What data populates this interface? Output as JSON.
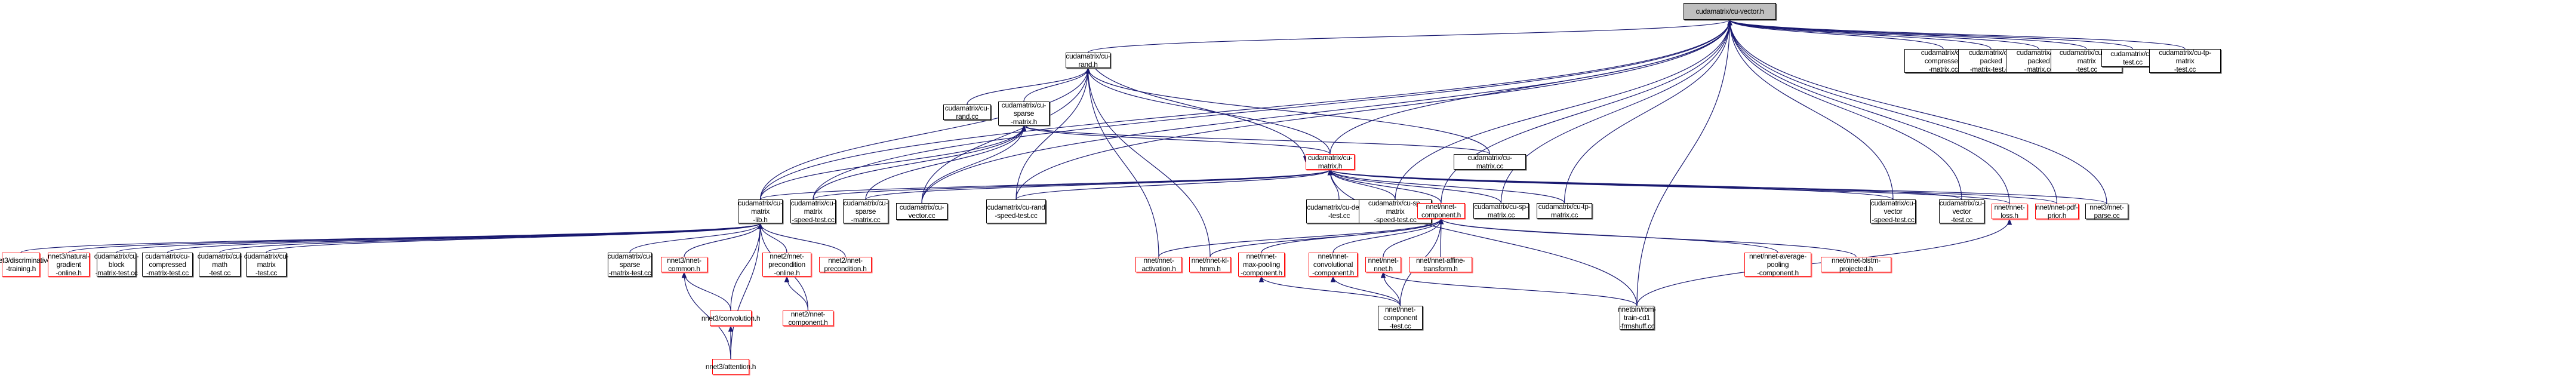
{
  "title": "Include dependency graph: files that include cudamatrix/cu-vector.h",
  "colors": {
    "edge": "#191970",
    "node_border": "#000000",
    "node_border_undocumented": "#ff0000",
    "root_fill": "#bfbfbf"
  },
  "nodes": [
    {
      "id": "cu-vector-h",
      "label": "cudamatrix/cu-vector.h",
      "style": "root"
    },
    {
      "id": "cu-rand-h",
      "label": "cudamatrix/cu-rand.h",
      "style": "normal"
    },
    {
      "id": "cu-compressed-matrix-cc",
      "label": "cudamatrix/cu-compressed\n-matrix.cc",
      "style": "normal"
    },
    {
      "id": "cu-packed-matrix-test-cc",
      "label": "cudamatrix/cu-packed\n-matrix-test.cc",
      "style": "normal"
    },
    {
      "id": "cu-packed-matrix-cc",
      "label": "cudamatrix/cu-packed\n-matrix.cc",
      "style": "normal"
    },
    {
      "id": "cu-sp-matrix-test-cc",
      "label": "cudamatrix/cu-sp-matrix\n-test.cc",
      "style": "normal"
    },
    {
      "id": "cu-test-cc",
      "label": "cudamatrix/cu-test.cc",
      "style": "normal"
    },
    {
      "id": "cu-tp-matrix-test-cc",
      "label": "cudamatrix/cu-tp-matrix\n-test.cc",
      "style": "normal"
    },
    {
      "id": "cu-rand-cc",
      "label": "cudamatrix/cu-rand.cc",
      "style": "normal"
    },
    {
      "id": "cu-sparse-matrix-h",
      "label": "cudamatrix/cu-sparse\n-matrix.h",
      "style": "normal"
    },
    {
      "id": "cu-matrix-h",
      "label": "cudamatrix/cu-matrix.h",
      "style": "red"
    },
    {
      "id": "cu-matrix-cc",
      "label": "cudamatrix/cu-matrix.cc",
      "style": "normal"
    },
    {
      "id": "cu-matrix-lib-h",
      "label": "cudamatrix/cu-matrix\n-lib.h",
      "style": "normal"
    },
    {
      "id": "cu-matrix-speed-test-cc",
      "label": "cudamatrix/cu-matrix\n-speed-test.cc",
      "style": "normal"
    },
    {
      "id": "cu-sparse-matrix-cc",
      "label": "cudamatrix/cu-sparse\n-matrix.cc",
      "style": "normal"
    },
    {
      "id": "cu-vector-cc",
      "label": "cudamatrix/cu-vector.cc",
      "style": "normal"
    },
    {
      "id": "cu-rand-speed-test-cc",
      "label": "cudamatrix/cu-rand\n-speed-test.cc",
      "style": "normal"
    },
    {
      "id": "cu-device-test-cc",
      "label": "cudamatrix/cu-device\n-test.cc",
      "style": "normal"
    },
    {
      "id": "cu-sp-matrix-speed-test-cc",
      "label": "cudamatrix/cu-sp-matrix\n-speed-test.cc",
      "style": "normal"
    },
    {
      "id": "nnet-component-h",
      "label": "nnet/nnet-component.h",
      "style": "red"
    },
    {
      "id": "cu-sp-matrix-cc",
      "label": "cudamatrix/cu-sp-matrix.cc",
      "style": "normal"
    },
    {
      "id": "cu-tp-matrix-cc",
      "label": "cudamatrix/cu-tp-matrix.cc",
      "style": "normal"
    },
    {
      "id": "cu-vector-speed-test-cc",
      "label": "cudamatrix/cu-vector\n-speed-test.cc",
      "style": "normal"
    },
    {
      "id": "cu-vector-test-cc",
      "label": "cudamatrix/cu-vector\n-test.cc",
      "style": "normal"
    },
    {
      "id": "nnet-loss-h",
      "label": "nnet/nnet-loss.h",
      "style": "red"
    },
    {
      "id": "nnet-pdf-prior-h",
      "label": "nnet/nnet-pdf-prior.h",
      "style": "red"
    },
    {
      "id": "nnet3-nnet-parse-cc",
      "label": "nnet3/nnet-parse.cc",
      "style": "normal"
    },
    {
      "id": "nnet3-discriminative-training-h",
      "label": "nnet3/discriminative\n-training.h",
      "style": "red"
    },
    {
      "id": "nnet3-natural-gradient-online-h",
      "label": "nnet3/natural-gradient\n-online.h",
      "style": "red"
    },
    {
      "id": "cu-block-matrix-test-cc",
      "label": "cudamatrix/cu-block\n-matrix-test.cc",
      "style": "normal"
    },
    {
      "id": "cu-compressed-matrix-test-cc",
      "label": "cudamatrix/cu-compressed\n-matrix-test.cc",
      "style": "normal"
    },
    {
      "id": "cu-math-test-cc",
      "label": "cudamatrix/cu-math\n-test.cc",
      "style": "normal"
    },
    {
      "id": "cu-matrix-test-cc",
      "label": "cudamatrix/cu-matrix\n-test.cc",
      "style": "normal"
    },
    {
      "id": "cu-sparse-matrix-test-cc",
      "label": "cudamatrix/cu-sparse\n-matrix-test.cc",
      "style": "normal"
    },
    {
      "id": "nnet3-nnet-common-h",
      "label": "nnet3/nnet-common.h",
      "style": "red"
    },
    {
      "id": "nnet2-nnet-precondition-online-h",
      "label": "nnet2/nnet-precondition\n-online.h",
      "style": "red"
    },
    {
      "id": "nnet2-nnet-precondition-h",
      "label": "nnet2/nnet-precondition.h",
      "style": "red"
    },
    {
      "id": "nnet-activation-h",
      "label": "nnet/nnet-activation.h",
      "style": "red"
    },
    {
      "id": "nnet-kl-hmm-h",
      "label": "nnet/nnet-kl-hmm.h",
      "style": "red"
    },
    {
      "id": "nnet-max-pooling-component-h",
      "label": "nnet/nnet-max-pooling\n-component.h",
      "style": "red"
    },
    {
      "id": "nnet-convolutional-component-h",
      "label": "nnet/nnet-convolutional\n-component.h",
      "style": "red"
    },
    {
      "id": "nnet-nnet-h",
      "label": "nnet/nnet-nnet.h",
      "style": "red"
    },
    {
      "id": "nnet-affine-transform-h",
      "label": "nnet/nnet-affine-transform.h",
      "style": "red"
    },
    {
      "id": "nnet-average-pooling-component-h",
      "label": "nnet/nnet-average-pooling\n-component.h",
      "style": "red"
    },
    {
      "id": "nnet-blstm-projected-h",
      "label": "nnet/nnet-blstm-projected.h",
      "style": "red"
    },
    {
      "id": "nnet3-convolution-h",
      "label": "nnet3/convolution.h",
      "style": "red"
    },
    {
      "id": "nnet2-nnet-component-h",
      "label": "nnet2/nnet-component.h",
      "style": "red"
    },
    {
      "id": "nnet-component-test-cc",
      "label": "nnet/nnet-component\n-test.cc",
      "style": "normal"
    },
    {
      "id": "rbm-train-cd1-frmshuff-cc",
      "label": "nnetbin/rbm-train-cd1\n-frmshuff.cc",
      "style": "normal"
    },
    {
      "id": "nnet3-attention-h",
      "label": "nnet3/attention.h",
      "style": "red"
    }
  ],
  "edges": [
    [
      "cu-rand-h",
      "cu-vector-h"
    ],
    [
      "cu-compressed-matrix-cc",
      "cu-vector-h"
    ],
    [
      "cu-packed-matrix-test-cc",
      "cu-vector-h"
    ],
    [
      "cu-packed-matrix-cc",
      "cu-vector-h"
    ],
    [
      "cu-sp-matrix-test-cc",
      "cu-vector-h"
    ],
    [
      "cu-test-cc",
      "cu-vector-h"
    ],
    [
      "cu-tp-matrix-test-cc",
      "cu-vector-h"
    ],
    [
      "cu-matrix-h",
      "cu-vector-h"
    ],
    [
      "cu-matrix-lib-h",
      "cu-vector-h"
    ],
    [
      "cu-matrix-speed-test-cc",
      "cu-vector-h"
    ],
    [
      "cu-vector-cc",
      "cu-vector-h"
    ],
    [
      "cu-rand-speed-test-cc",
      "cu-vector-h"
    ],
    [
      "nnet-component-h",
      "cu-vector-h"
    ],
    [
      "cu-sp-matrix-speed-test-cc",
      "cu-vector-h"
    ],
    [
      "cu-sp-matrix-cc",
      "cu-vector-h"
    ],
    [
      "cu-tp-matrix-cc",
      "cu-vector-h"
    ],
    [
      "cu-vector-speed-test-cc",
      "cu-vector-h"
    ],
    [
      "cu-vector-test-cc",
      "cu-vector-h"
    ],
    [
      "nnet-loss-h",
      "cu-vector-h"
    ],
    [
      "nnet-pdf-prior-h",
      "cu-vector-h"
    ],
    [
      "nnet3-nnet-parse-cc",
      "cu-vector-h"
    ],
    [
      "rbm-train-cd1-frmshuff-cc",
      "cu-vector-h"
    ],
    [
      "cu-rand-cc",
      "cu-rand-h"
    ],
    [
      "cu-sparse-matrix-h",
      "cu-rand-h"
    ],
    [
      "cu-matrix-h",
      "cu-rand-h"
    ],
    [
      "cu-matrix-lib-h",
      "cu-rand-h"
    ],
    [
      "cu-vector-cc",
      "cu-rand-h"
    ],
    [
      "cu-rand-speed-test-cc",
      "cu-rand-h"
    ],
    [
      "nnet-kl-hmm-h",
      "cu-rand-h"
    ],
    [
      "nnet-activation-h",
      "cu-rand-h"
    ],
    [
      "cu-matrix-cc",
      "cu-rand-h"
    ],
    [
      "cu-rand-h",
      "cu-matrix-h"
    ],
    [
      "cu-matrix-h",
      "cu-sparse-matrix-h"
    ],
    [
      "cu-matrix-lib-h",
      "cu-sparse-matrix-h"
    ],
    [
      "cu-matrix-speed-test-cc",
      "cu-sparse-matrix-h"
    ],
    [
      "cu-sparse-matrix-cc",
      "cu-sparse-matrix-h"
    ],
    [
      "cu-vector-cc",
      "cu-sparse-matrix-h"
    ],
    [
      "cu-matrix-cc",
      "cu-sparse-matrix-h"
    ],
    [
      "cu-matrix-lib-h",
      "cu-matrix-h"
    ],
    [
      "cu-matrix-speed-test-cc",
      "cu-matrix-h"
    ],
    [
      "cu-sparse-matrix-cc",
      "cu-matrix-h"
    ],
    [
      "cu-rand-speed-test-cc",
      "cu-matrix-h"
    ],
    [
      "cu-device-test-cc",
      "cu-matrix-h"
    ],
    [
      "cu-sp-matrix-speed-test-cc",
      "cu-matrix-h"
    ],
    [
      "nnet-component-h",
      "cu-matrix-h"
    ],
    [
      "cu-sp-matrix-cc",
      "cu-matrix-h"
    ],
    [
      "cu-tp-matrix-cc",
      "cu-matrix-h"
    ],
    [
      "cu-vector-speed-test-cc",
      "cu-matrix-h"
    ],
    [
      "cu-vector-test-cc",
      "cu-matrix-h"
    ],
    [
      "nnet-loss-h",
      "cu-matrix-h"
    ],
    [
      "nnet-pdf-prior-h",
      "cu-matrix-h"
    ],
    [
      "nnet3-nnet-parse-cc",
      "cu-matrix-h"
    ],
    [
      "rbm-train-cd1-frmshuff-cc",
      "cu-matrix-h"
    ],
    [
      "nnet3-discriminative-training-h",
      "cu-matrix-lib-h"
    ],
    [
      "nnet3-natural-gradient-online-h",
      "cu-matrix-lib-h"
    ],
    [
      "cu-block-matrix-test-cc",
      "cu-matrix-lib-h"
    ],
    [
      "cu-compressed-matrix-test-cc",
      "cu-matrix-lib-h"
    ],
    [
      "cu-math-test-cc",
      "cu-matrix-lib-h"
    ],
    [
      "cu-matrix-test-cc",
      "cu-matrix-lib-h"
    ],
    [
      "cu-sparse-matrix-test-cc",
      "cu-matrix-lib-h"
    ],
    [
      "nnet3-nnet-common-h",
      "cu-matrix-lib-h"
    ],
    [
      "nnet3-convolution-h",
      "cu-matrix-lib-h"
    ],
    [
      "nnet3-attention-h",
      "cu-matrix-lib-h"
    ],
    [
      "nnet2-nnet-precondition-online-h",
      "cu-matrix-lib-h"
    ],
    [
      "nnet2-nnet-precondition-h",
      "cu-matrix-lib-h"
    ],
    [
      "nnet2-nnet-component-h",
      "cu-matrix-lib-h"
    ],
    [
      "nnet3-convolution-h",
      "nnet3-nnet-common-h"
    ],
    [
      "nnet3-attention-h",
      "nnet3-nnet-common-h"
    ],
    [
      "nnet3-attention-h",
      "nnet3-convolution-h"
    ],
    [
      "nnet2-nnet-component-h",
      "nnet2-nnet-precondition-online-h"
    ],
    [
      "nnet-activation-h",
      "nnet-component-h"
    ],
    [
      "nnet-kl-hmm-h",
      "nnet-component-h"
    ],
    [
      "nnet-max-pooling-component-h",
      "nnet-component-h"
    ],
    [
      "nnet-component-test-cc",
      "nnet-component-h"
    ],
    [
      "nnet-convolutional-component-h",
      "nnet-component-h"
    ],
    [
      "nnet-nnet-h",
      "nnet-component-h"
    ],
    [
      "nnet-affine-transform-h",
      "nnet-component-h"
    ],
    [
      "nnet-average-pooling-component-h",
      "nnet-component-h"
    ],
    [
      "nnet-blstm-projected-h",
      "nnet-component-h"
    ],
    [
      "nnet-component-test-cc",
      "nnet-max-pooling-component-h"
    ],
    [
      "nnet-component-test-cc",
      "nnet-convolutional-component-h"
    ],
    [
      "nnet-component-test-cc",
      "nnet-nnet-h"
    ],
    [
      "rbm-train-cd1-frmshuff-cc",
      "nnet-nnet-h"
    ],
    [
      "rbm-train-cd1-frmshuff-cc",
      "nnet-loss-h"
    ]
  ]
}
